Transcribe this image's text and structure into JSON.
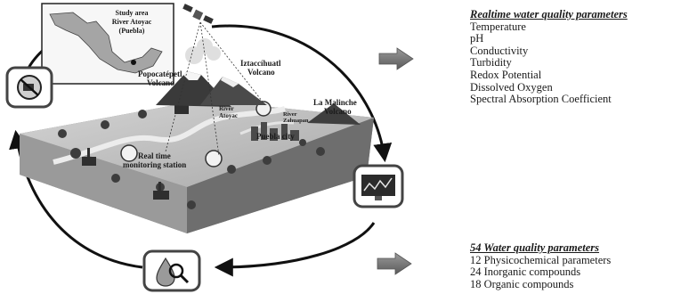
{
  "map_inset": {
    "title_lines": [
      "Study area",
      "River Atoyac",
      "(Puebla)"
    ]
  },
  "labels": {
    "popocatepetl": [
      "Popocatépetl",
      "Volcano"
    ],
    "iztaccihuatl": [
      "Iztaccíhuatl",
      "Volcano"
    ],
    "malinche": [
      "La Malinche",
      "Volcano"
    ],
    "river_atoyac": [
      "River",
      "Atoyac"
    ],
    "river_zahuapan": [
      "River",
      "Zahuapan"
    ],
    "puebla_city": "Puebla city",
    "station": [
      "Real time",
      "monitoring station"
    ]
  },
  "realtime_panel": {
    "heading": "Realtime water quality parameters",
    "items": [
      "Temperature",
      "pH",
      "Conductivity",
      "Turbidity",
      "Redox Potential",
      "Dissolved Oxygen",
      "Spectral Absorption Coefficient"
    ]
  },
  "lab_panel": {
    "heading": "54 Water quality parameters",
    "items": [
      "12 Physicochemical parameters",
      "24 Inorganic compounds",
      "18 Organic compounds"
    ]
  },
  "icons": [
    "satellite-icon",
    "no-pollution-icon",
    "monitor-chart-icon",
    "water-drop-magnifier-icon",
    "right-arrow-icon"
  ],
  "colors": {
    "ink": "#1a1a1a",
    "arrow": "#6e6e6e",
    "block_top": "#bdbdbd",
    "block_side": "#8a8a8a"
  }
}
